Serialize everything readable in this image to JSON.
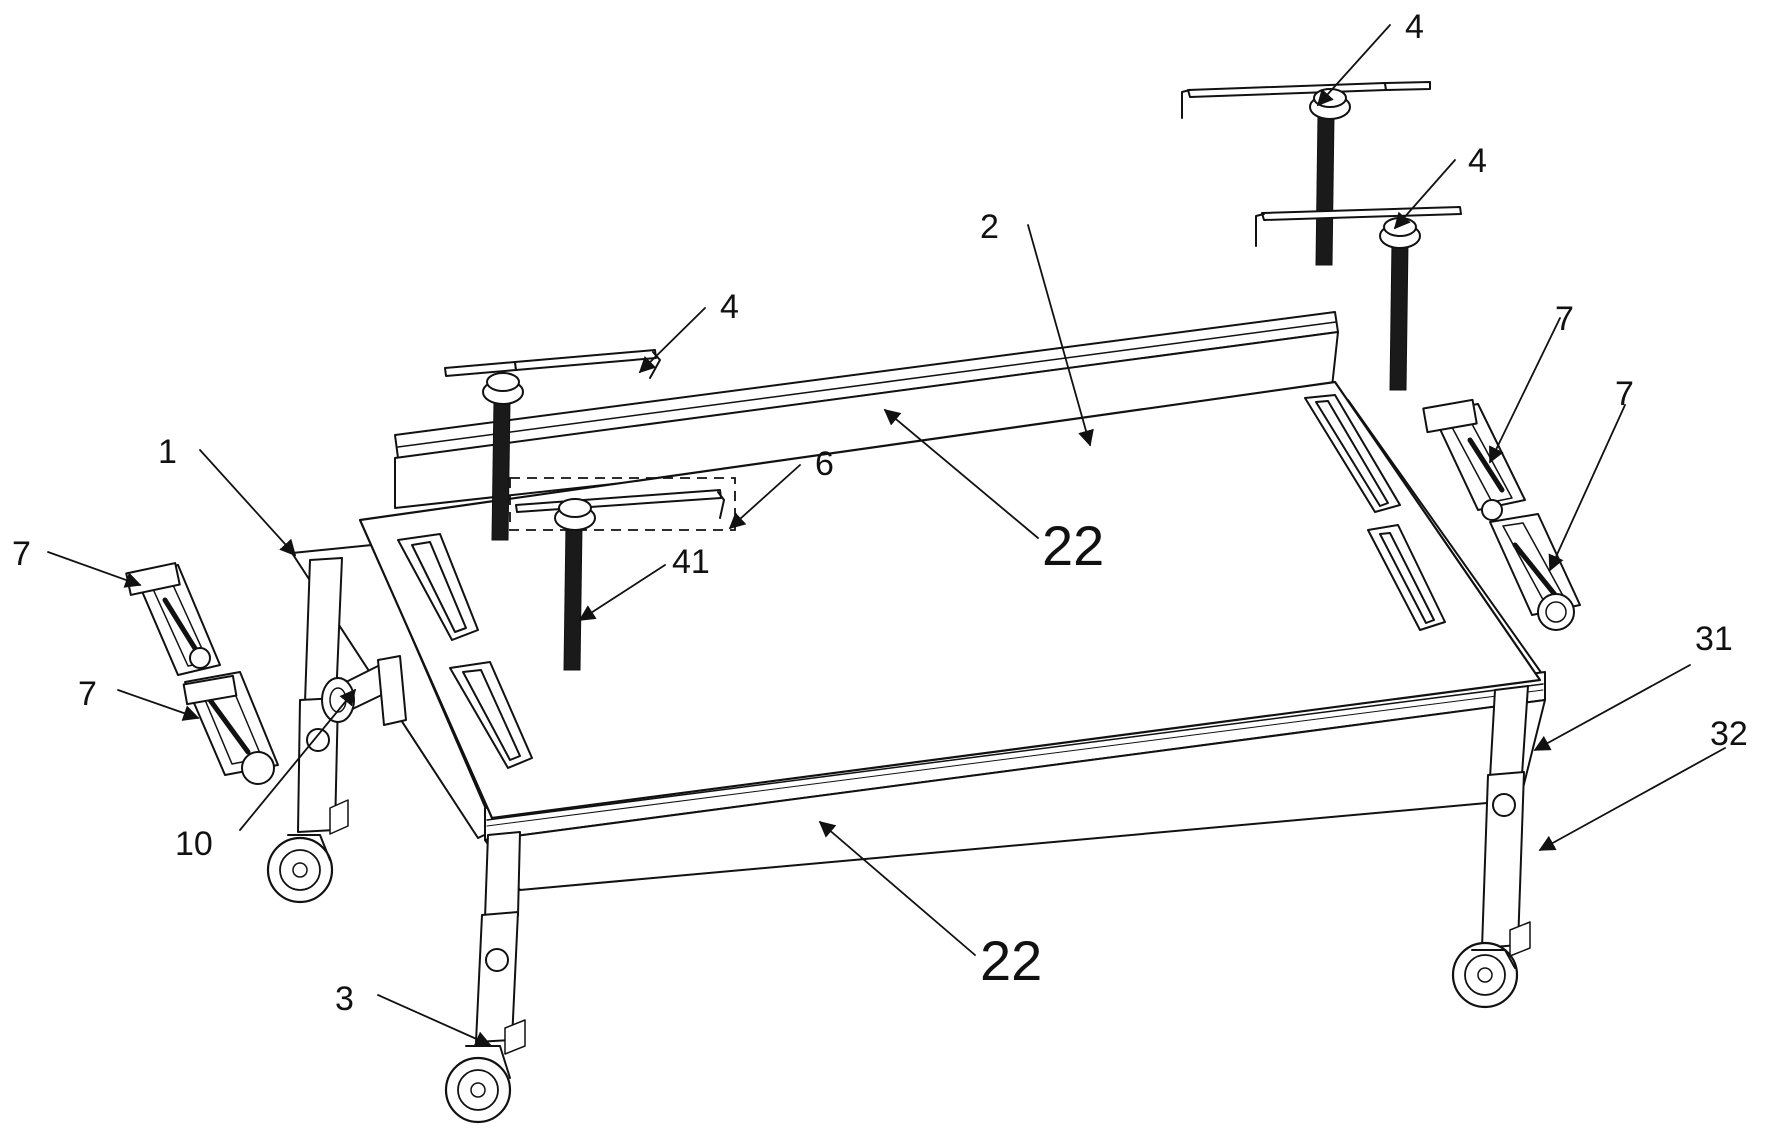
{
  "figure": {
    "labels": [
      {
        "id": "label-1",
        "text": "1"
      },
      {
        "id": "label-2",
        "text": "2"
      },
      {
        "id": "label-3",
        "text": "3"
      },
      {
        "id": "label-4-top",
        "text": "4"
      },
      {
        "id": "label-4-upper",
        "text": "4"
      },
      {
        "id": "label-4-left",
        "text": "4"
      },
      {
        "id": "label-6",
        "text": "6"
      },
      {
        "id": "label-7-top-left",
        "text": "7"
      },
      {
        "id": "label-7-bottom-left",
        "text": "7"
      },
      {
        "id": "label-7-right-a",
        "text": "7"
      },
      {
        "id": "label-7-right-b",
        "text": "7"
      },
      {
        "id": "label-10",
        "text": "10"
      },
      {
        "id": "label-22-upper",
        "text": "22"
      },
      {
        "id": "label-22-lower",
        "text": "22"
      },
      {
        "id": "label-31",
        "text": "31"
      },
      {
        "id": "label-32",
        "text": "32"
      },
      {
        "id": "label-41",
        "text": "41"
      }
    ]
  }
}
